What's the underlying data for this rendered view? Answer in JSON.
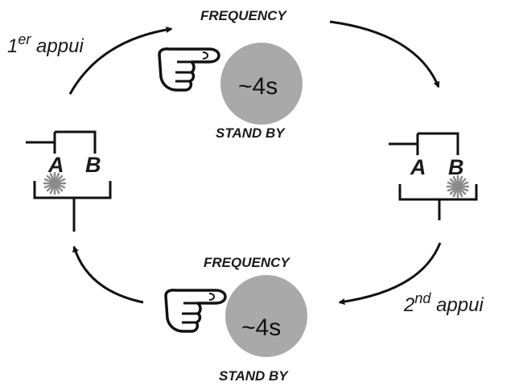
{
  "top": {
    "frequency": "FREQUENCY",
    "duration": "~4s",
    "standby": "STAND BY"
  },
  "bottom": {
    "frequency": "FREQUENCY",
    "duration": "~4s",
    "standby": "STAND BY"
  },
  "first_press": {
    "number": "1",
    "suffix": "er",
    "word": "appui"
  },
  "second_press": {
    "number": "2",
    "suffix": "nd",
    "word": "appui"
  },
  "left_switch": {
    "a": "A",
    "b": "B"
  },
  "right_switch": {
    "a": "A",
    "b": "B"
  },
  "colors": {
    "circle": "#a9a9a9",
    "ink": "#1a1a1a",
    "spark": "#8a8a8a"
  }
}
